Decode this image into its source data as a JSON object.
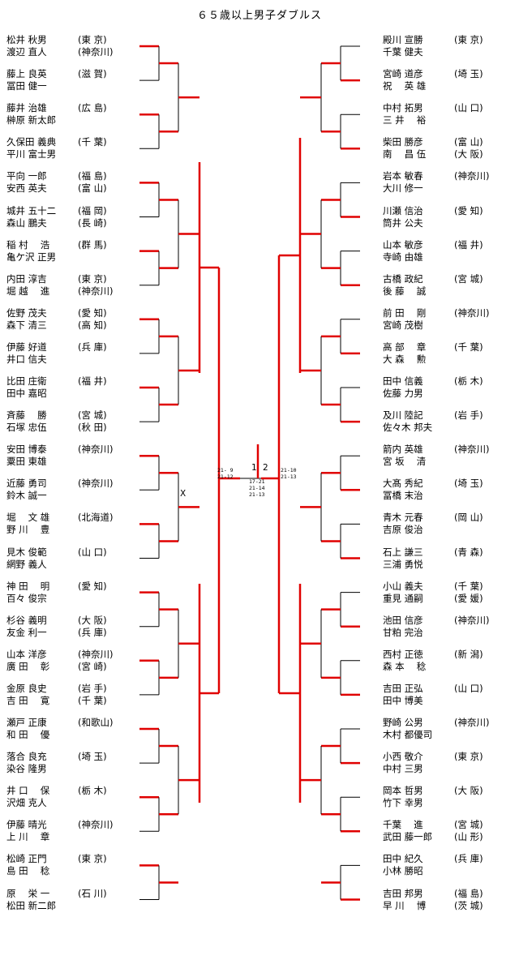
{
  "title": "６５歳以上男子ダブルス",
  "left_pairs": [
    {
      "p1": "松井 秋男",
      "p2": "渡辺 直人",
      "pref1": "(東 京)",
      "pref2": "(神奈川)"
    },
    {
      "p1": "藤上 良英",
      "p2": "冨田 健一",
      "pref1": "(滋 賀)",
      "pref2": ""
    },
    {
      "p1": "藤井 治雄",
      "p2": "榊原 新太郎",
      "pref1": "(広 島)",
      "pref2": ""
    },
    {
      "p1": "久保田 義典",
      "p2": "平川 富士男",
      "pref1": "(千 葉)",
      "pref2": ""
    },
    {
      "p1": "平向 一郎",
      "p2": "安西 英夫",
      "pref1": "(福 島)",
      "pref2": "(富 山)"
    },
    {
      "p1": "城井 五十二",
      "p2": "森山 鵬夫",
      "pref1": "(福 岡)",
      "pref2": "(長 崎)"
    },
    {
      "p1": "稲 村 　浩",
      "p2": "亀ケ沢 正男",
      "pref1": "(群 馬)",
      "pref2": ""
    },
    {
      "p1": "内田 淳吉",
      "p2": "堀 越 　進",
      "pref1": "(東 京)",
      "pref2": "(神奈川)"
    },
    {
      "p1": "佐野 茂夫",
      "p2": "森下 清三",
      "pref1": "(愛 知)",
      "pref2": "(高 知)"
    },
    {
      "p1": "伊藤 好道",
      "p2": "井口 信夫",
      "pref1": "(兵 庫)",
      "pref2": ""
    },
    {
      "p1": "比田 庄衛",
      "p2": "田中 嘉昭",
      "pref1": "(福 井)",
      "pref2": ""
    },
    {
      "p1": "斉藤 　勝",
      "p2": "石塚 忠伍",
      "pref1": "(宮 城)",
      "pref2": "(秋 田)"
    },
    {
      "p1": "安田 博泰",
      "p2": "粟田 東雄",
      "pref1": "(神奈川)",
      "pref2": ""
    },
    {
      "p1": "近藤 勇司",
      "p2": "鈴木 誠一",
      "pref1": "(神奈川)",
      "pref2": ""
    },
    {
      "p1": "堀 　文 雄",
      "p2": "野 川 　豊",
      "pref1": "(北海道)",
      "pref2": ""
    },
    {
      "p1": "見木 俊範",
      "p2": "網野 義人",
      "pref1": "(山 口)",
      "pref2": ""
    },
    {
      "p1": "神 田 　明",
      "p2": "百々 俊宗",
      "pref1": "(愛 知)",
      "pref2": ""
    },
    {
      "p1": "杉谷 義明",
      "p2": "友金 利一",
      "pref1": "(大 阪)",
      "pref2": "(兵 庫)"
    },
    {
      "p1": "山本 洋彦",
      "p2": "廣 田 　彰",
      "pref1": "(神奈川)",
      "pref2": "(宮 崎)"
    },
    {
      "p1": "金原 良史",
      "p2": "吉 田 　寛",
      "pref1": "(岩 手)",
      "pref2": "(千 葉)"
    },
    {
      "p1": "瀬戸 正康",
      "p2": "和 田 　優",
      "pref1": "(和歌山)",
      "pref2": ""
    },
    {
      "p1": "落合 良充",
      "p2": "染谷 隆男",
      "pref1": "(埼 玉)",
      "pref2": ""
    },
    {
      "p1": "井 口 　保",
      "p2": "沢畑 克人",
      "pref1": "(栃 木)",
      "pref2": ""
    },
    {
      "p1": "伊藤 晴光",
      "p2": "上 川 　章",
      "pref1": "(神奈川)",
      "pref2": ""
    },
    {
      "p1": "松崎 正門",
      "p2": "島 田 　稔",
      "pref1": "(東 京)",
      "pref2": ""
    },
    {
      "p1": "原 　栄 一",
      "p2": "松田 新二郎",
      "pref1": "(石 川)",
      "pref2": ""
    }
  ],
  "right_pairs": [
    {
      "p1": "殿川 宣勝",
      "p2": "千葉 健夫",
      "pref1": "(東 京)",
      "pref2": ""
    },
    {
      "p1": "宮崎 道彦",
      "p2": "祝 　英 雄",
      "pref1": "(埼 玉)",
      "pref2": ""
    },
    {
      "p1": "中村 拓男",
      "p2": "三 井 　裕",
      "pref1": "(山 口)",
      "pref2": ""
    },
    {
      "p1": "柴田 勝彦",
      "p2": "南 　昌 伍",
      "pref1": "(富 山)",
      "pref2": "(大 阪)"
    },
    {
      "p1": "岩本 敏春",
      "p2": "大川 修一",
      "pref1": "(神奈川)",
      "pref2": ""
    },
    {
      "p1": "川瀬 信治",
      "p2": "筒井 公夫",
      "pref1": "(愛 知)",
      "pref2": ""
    },
    {
      "p1": "山本 敏彦",
      "p2": "寺崎 由雄",
      "pref1": "(福 井)",
      "pref2": ""
    },
    {
      "p1": "古橋 政紀",
      "p2": "後 藤 　誠",
      "pref1": "(宮 城)",
      "pref2": ""
    },
    {
      "p1": "前 田 　剛",
      "p2": "宮崎 茂樹",
      "pref1": "(神奈川)",
      "pref2": ""
    },
    {
      "p1": "高 部 　章",
      "p2": "大 森 　勲",
      "pref1": "(千 葉)",
      "pref2": ""
    },
    {
      "p1": "田中 信義",
      "p2": "佐藤 力男",
      "pref1": "(栃 木)",
      "pref2": ""
    },
    {
      "p1": "及川 陸記",
      "p2": "佐々木 邦夫",
      "pref1": "(岩 手)",
      "pref2": ""
    },
    {
      "p1": "箭内 英雄",
      "p2": "宮 坂 　清",
      "pref1": "(神奈川)",
      "pref2": ""
    },
    {
      "p1": "大髙 秀紀",
      "p2": "冨橋 末治",
      "pref1": "(埼 玉)",
      "pref2": ""
    },
    {
      "p1": "青木 元春",
      "p2": "吉原 俊治",
      "pref1": "(岡 山)",
      "pref2": ""
    },
    {
      "p1": "石上 謙三",
      "p2": "三浦 勇悦",
      "pref1": "(青 森)",
      "pref2": ""
    },
    {
      "p1": "小山 義夫",
      "p2": "重見 通嗣",
      "pref1": "(千 葉)",
      "pref2": "(愛 媛)"
    },
    {
      "p1": "池田 信彦",
      "p2": "甘粕 完治",
      "pref1": "(神奈川)",
      "pref2": ""
    },
    {
      "p1": "西村 正徳",
      "p2": "森 本 　稔",
      "pref1": "(新 潟)",
      "pref2": ""
    },
    {
      "p1": "吉田 正弘",
      "p2": "田中 博美",
      "pref1": "(山 口)",
      "pref2": ""
    },
    {
      "p1": "野崎 公男",
      "p2": "木村 都優司",
      "pref1": "(神奈川)",
      "pref2": ""
    },
    {
      "p1": "小西 敬介",
      "p2": "中村 三男",
      "pref1": "(東 京)",
      "pref2": ""
    },
    {
      "p1": "岡本 哲男",
      "p2": "竹下 幸男",
      "pref1": "(大 阪)",
      "pref2": ""
    },
    {
      "p1": "千葉 　進",
      "p2": "武田 藤一郎",
      "pref1": "(宮 城)",
      "pref2": "(山 形)"
    },
    {
      "p1": "田中 紀久",
      "p2": "小林 勝昭",
      "pref1": "(兵 庫)",
      "pref2": ""
    },
    {
      "p1": "吉田 邦男",
      "p2": "早 川 　博",
      "pref1": "(福 島)",
      "pref2": "(茨 城)"
    }
  ],
  "bracket_text": {
    "cross_mark": "X",
    "final_left": "1",
    "final_right": "2",
    "final_score_1": "17-21",
    "final_score_2": "21-14",
    "final_score_3": "21-13",
    "semi_left_score_1": "21- 9",
    "semi_left_score_2": "21-12",
    "semi_right_score_1": "21-10",
    "semi_right_score_2": "21-13"
  }
}
